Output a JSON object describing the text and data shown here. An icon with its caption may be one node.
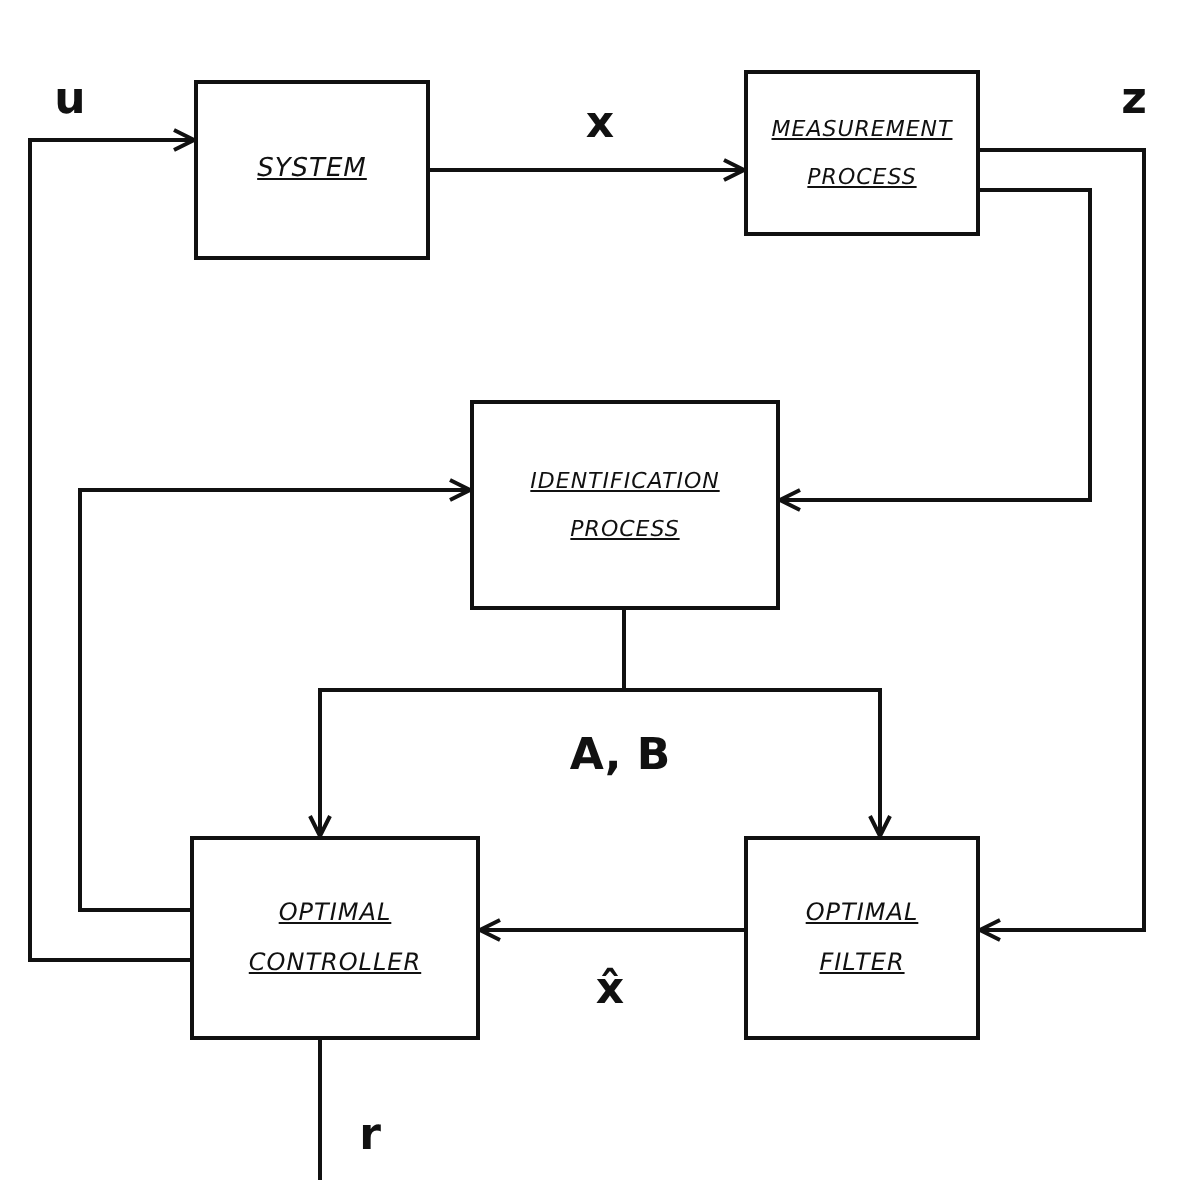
{
  "diagram": {
    "nodes": [
      {
        "text": [
          "SYSTEM"
        ]
      },
      {
        "text": [
          "MEASUREMENT PROCESS"
        ]
      },
      {
        "text": [
          "IDENTIFICATION PROCESS"
        ]
      },
      {
        "text": [
          "OPTIMAL CONTROLLER"
        ]
      },
      {
        "text": [
          "OPTIMAL FILTER"
        ]
      }
    ],
    "edges": [
      {
        "from": 0,
        "to": 1,
        "arrow": "to",
        "label": "x"
      },
      {
        "from": 1,
        "to": 4,
        "arrow": "to",
        "label": "z"
      },
      {
        "from": 1,
        "to": 2,
        "arrow": "to"
      },
      {
        "from": 3,
        "to": 0,
        "arrow": "to",
        "label": "u"
      },
      {
        "from": 3,
        "to": 2,
        "arrow": "to"
      },
      {
        "from": 2,
        "to": 3,
        "arrow": "to",
        "label": "A, B"
      },
      {
        "from": 2,
        "to": 4,
        "arrow": "to"
      },
      {
        "from": 4,
        "to": 3,
        "arrow": "to",
        "label": "x̂"
      },
      {
        "from": null,
        "to": 3,
        "arrow": "none",
        "label": "r"
      }
    ]
  }
}
